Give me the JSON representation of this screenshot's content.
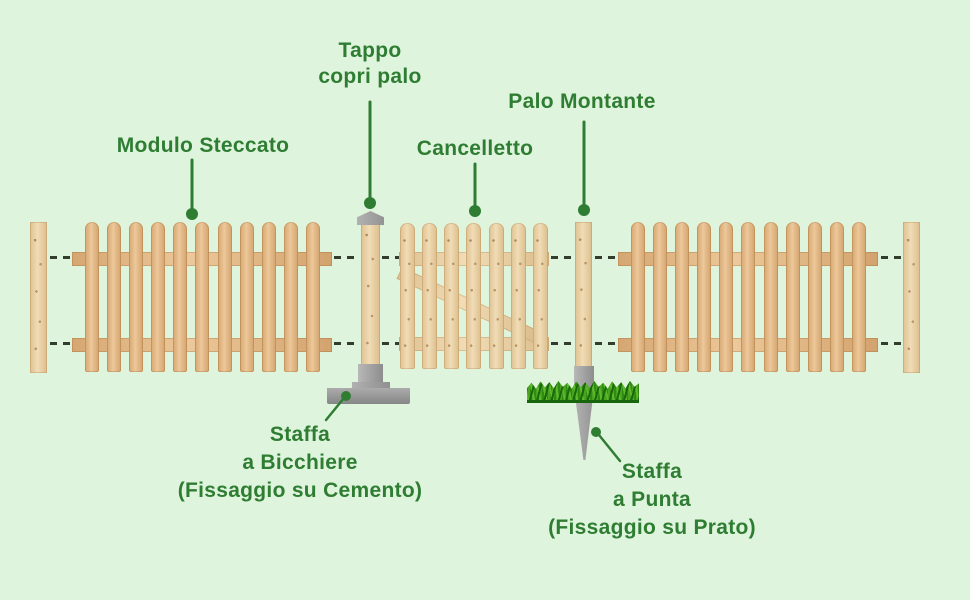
{
  "colors": {
    "bg": "#def4dc",
    "accent": "#2f7d33",
    "dash": "#333d2e",
    "wood": "#e6b883",
    "wood_light": "#ead0a2",
    "metal": "#a6a6a6",
    "metal_dark": "#8d8d8d",
    "grass_light": "#4aa31f",
    "grass_dark": "#17650d"
  },
  "labels": {
    "tappo_copri_palo": {
      "line1": "Tappo",
      "line2": "copri palo"
    },
    "modulo_steccato": "Modulo Steccato",
    "cancelletto": "Cancelletto",
    "palo_montante": "Palo Montante",
    "staffa_bicchiere": {
      "line1": "Staffa",
      "line2": "a Bicchiere",
      "line3": "(Fissaggio su Cemento)"
    },
    "staffa_punta": {
      "line1": "Staffa",
      "line2": "a Punta",
      "line3": "(Fissaggio su Prato)"
    }
  },
  "fence": {
    "module1_pickets": 11,
    "module2_pickets": 11,
    "gate_pickets": 7
  }
}
